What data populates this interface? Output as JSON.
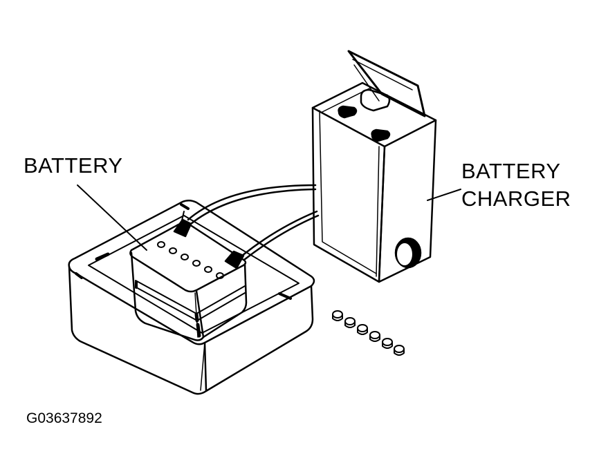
{
  "labels": {
    "battery": "BATTERY",
    "charger_line1": "BATTERY",
    "charger_line2": "CHARGER"
  },
  "figure_id": "G03637892",
  "colors": {
    "ink": "#000000",
    "paper": "#ffffff"
  }
}
